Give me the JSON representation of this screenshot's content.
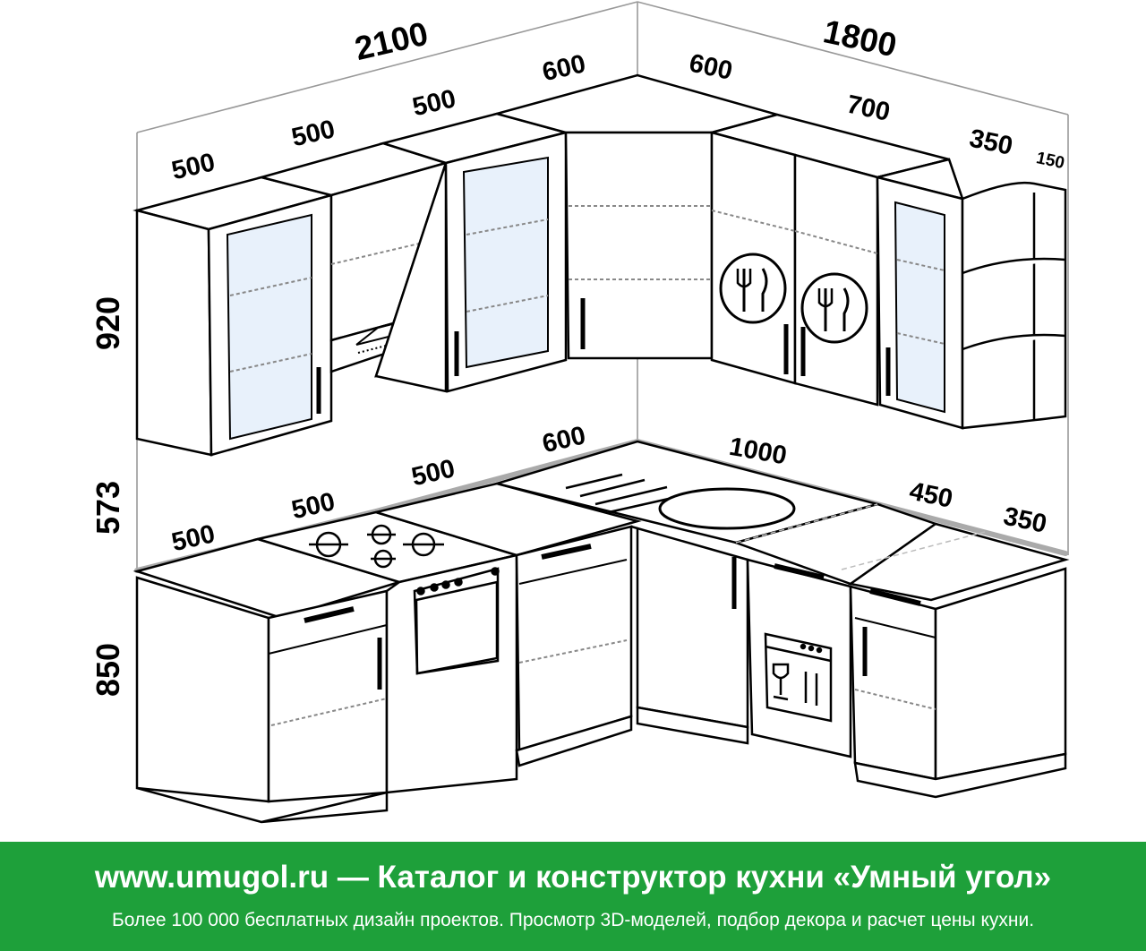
{
  "dimensions": {
    "upper_total_left": "2100",
    "upper_total_right": "1800",
    "upper_left_1": "500",
    "upper_left_2": "500",
    "upper_left_3": "500",
    "upper_corner_left": "600",
    "upper_corner_right": "600",
    "upper_right_1": "700",
    "upper_right_2": "350",
    "upper_right_3": "150",
    "height_upper": "920",
    "height_gap": "573",
    "height_lower": "850",
    "lower_left_1": "500",
    "lower_left_2": "500",
    "lower_left_3": "500",
    "lower_corner": "600",
    "lower_right_1": "1000",
    "lower_right_2": "450",
    "lower_right_3": "350"
  },
  "banner": {
    "title": "www.umugol.ru — Каталог и конструктор кухни «Умный угол»",
    "subtitle": "Более 100 000 бесплатных дизайн проектов. Просмотр 3D-моделей, подбор декора и расчет цены кухни."
  },
  "colors": {
    "banner_bg": "#1ea03a",
    "glass": "#e8f1fb",
    "line": "#000000"
  },
  "icons": [
    "fork-knife-icon",
    "dishwasher-icon",
    "cooker-hood-icon",
    "gas-hob-icon"
  ]
}
